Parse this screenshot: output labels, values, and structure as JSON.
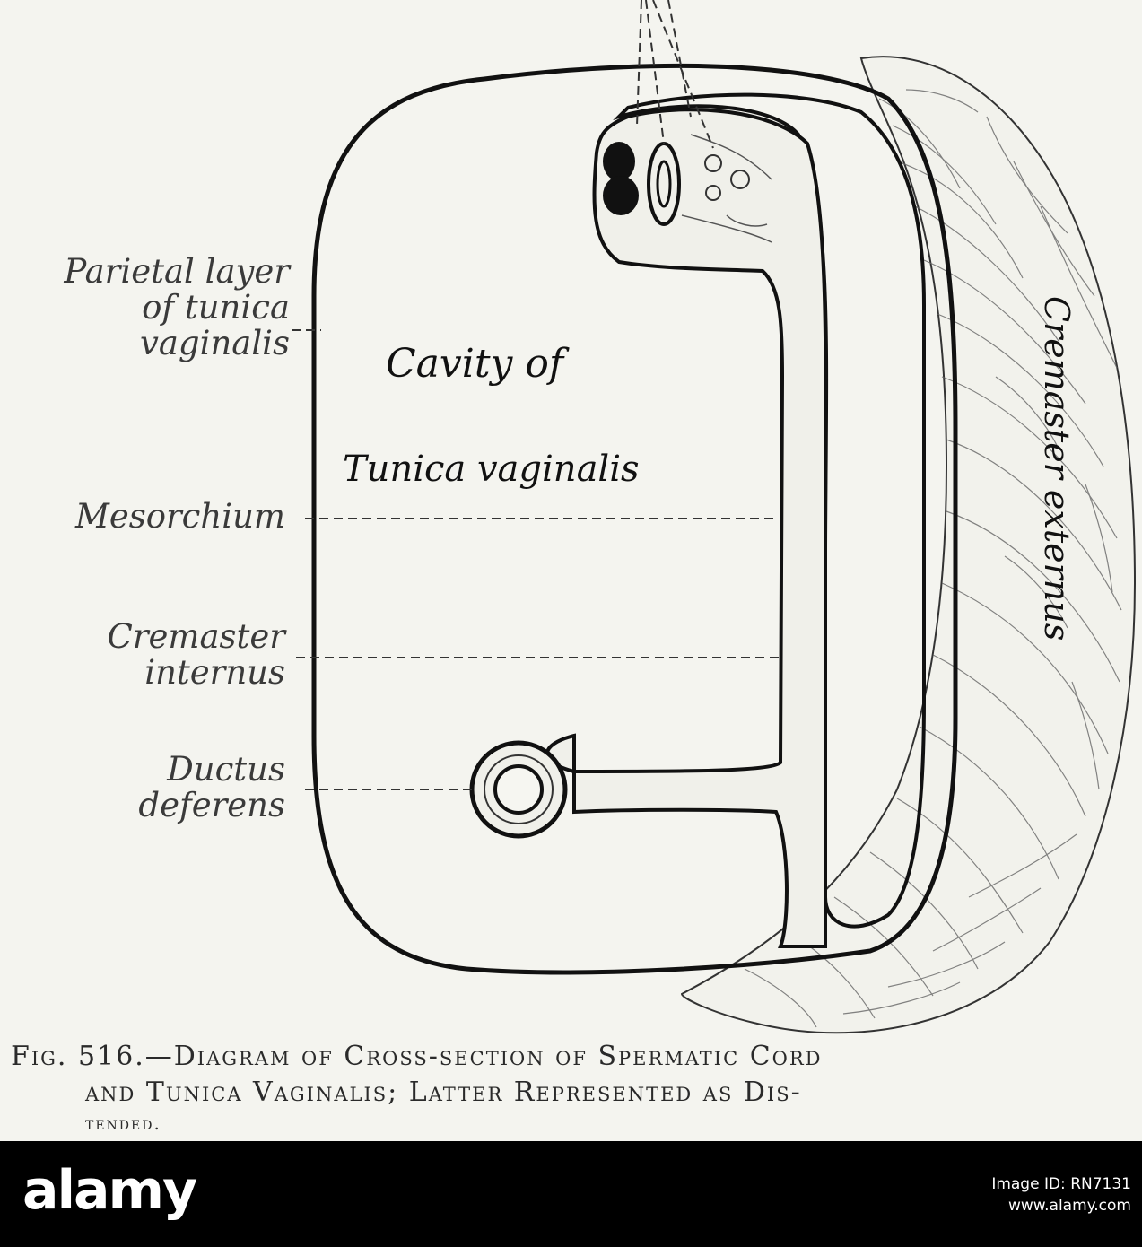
{
  "labels": {
    "parietal": [
      "Parietal layer",
      "of tunica",
      "vaginalis"
    ],
    "mesorchium": "Mesorchium",
    "cremaster_internus": [
      "Cremaster",
      "internus"
    ],
    "ductus": [
      "Ductus",
      "deferens"
    ],
    "cavity": [
      "Cavity of",
      "Tunica vaginalis"
    ],
    "cremaster_externus": "Cremaster externus"
  },
  "caption": [
    "Fig. 516.—Diagram of Cross-section of Spermatic Cord",
    "and Tunica Vaginalis; Latter Represented as Dis-",
    "tended."
  ],
  "watermark": {
    "logo": "alamy",
    "image_id": "Image ID: RN7131",
    "url": "www.alamy.com"
  },
  "colors": {
    "paper": "#f4f4ef",
    "ink": "#111111",
    "label_ink": "#3a3a3a"
  }
}
